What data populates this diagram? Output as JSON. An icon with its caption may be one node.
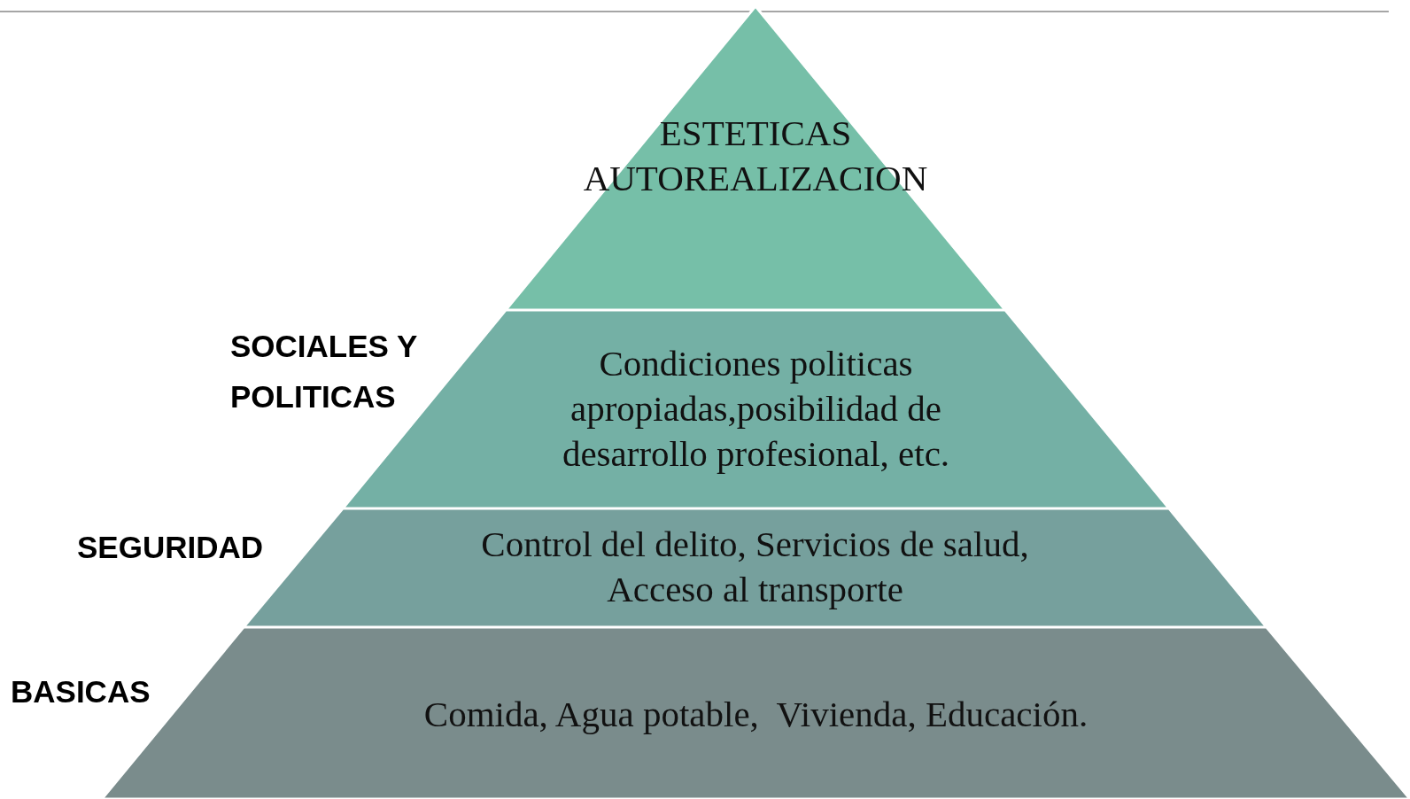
{
  "diagram": {
    "nodes": [
      {
        "text": [
          "ESTETICAS AUTOREALIZACION"
        ]
      },
      {
        "text": [
          "Condiciones politicas apropiadas,posibilidad de desarrollo profesional, etc."
        ],
        "beside": [
          "SOCIALES Y POLITICAS"
        ]
      },
      {
        "text": [
          "Control del delito, Servicios de salud, Acceso al transporte"
        ],
        "beside": [
          "SEGURIDAD"
        ]
      },
      {
        "text": [
          "Comida, Agua potable,  Vivienda, Educación."
        ],
        "beside": [
          "BASICAS"
        ]
      }
    ]
  }
}
